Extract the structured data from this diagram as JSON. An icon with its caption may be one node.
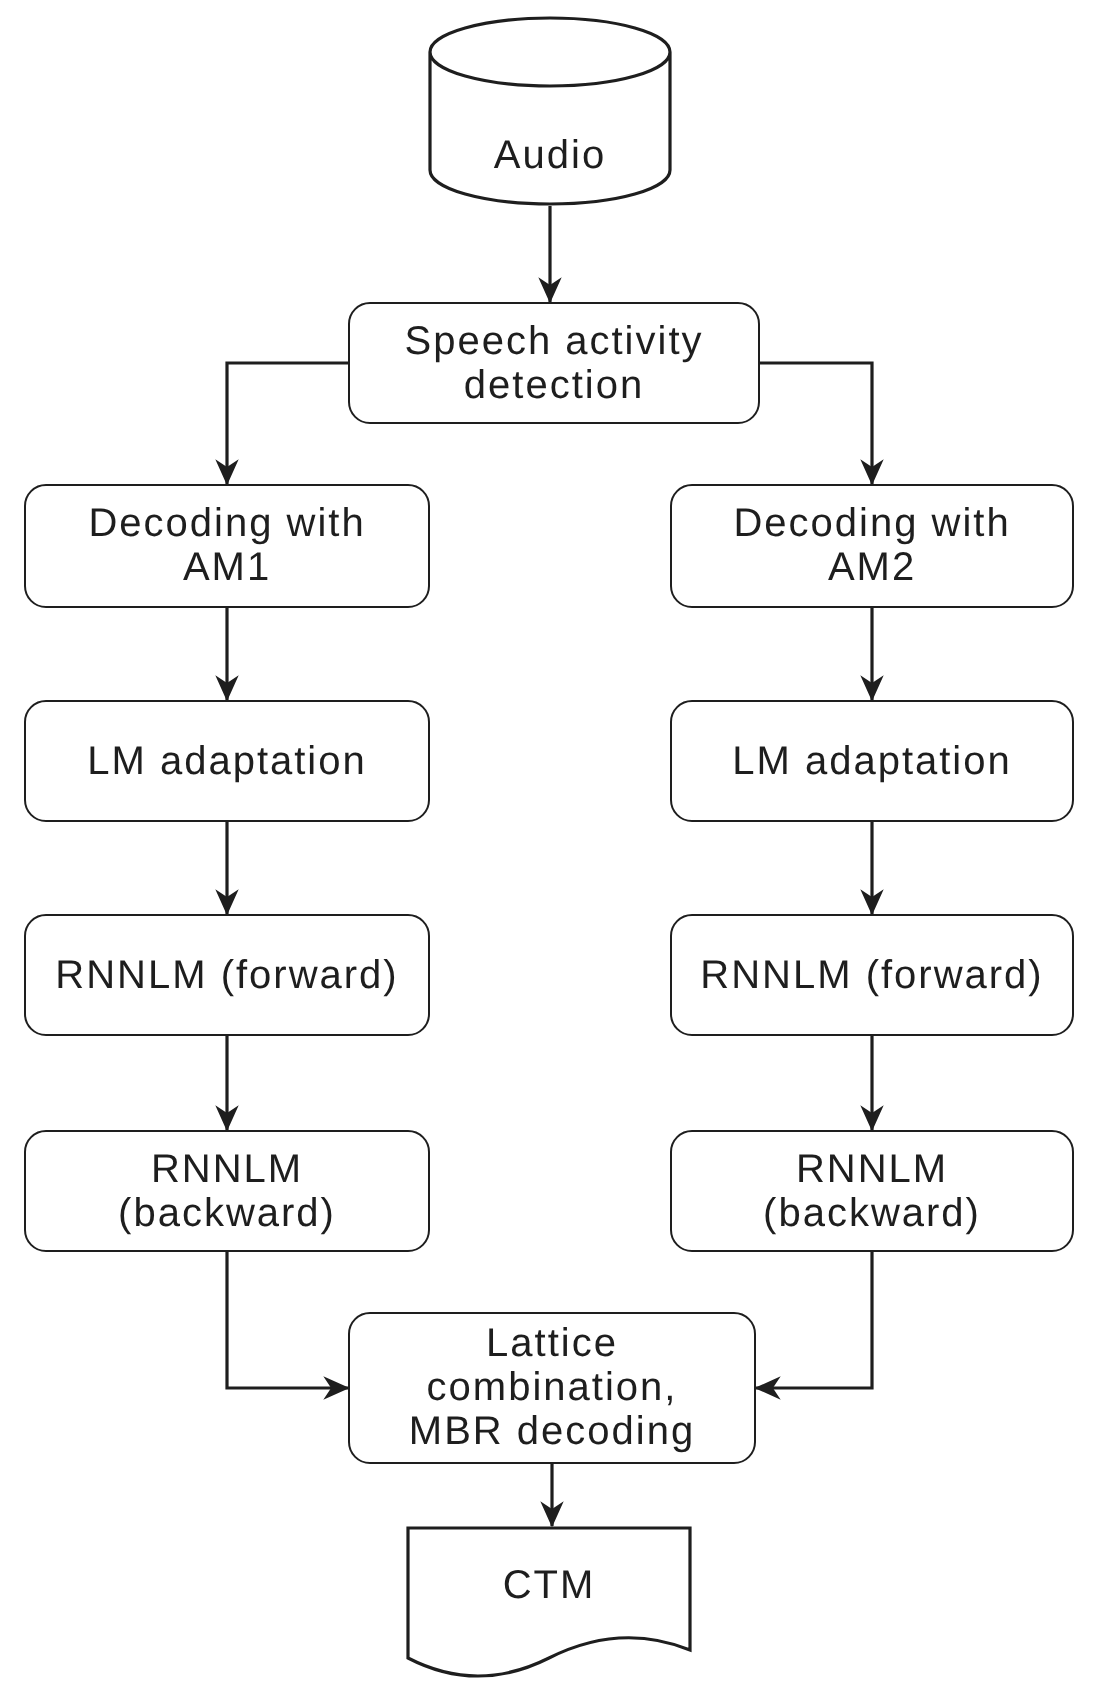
{
  "diagram": {
    "nodes": [
      {
        "text": [
          "Audio"
        ]
      },
      {
        "text": [
          "Speech activity detection"
        ]
      },
      {
        "text": [
          "Decoding with AM1"
        ]
      },
      {
        "text": [
          "Decoding with AM2"
        ]
      },
      {
        "text": [
          "LM adaptation"
        ]
      },
      {
        "text": [
          "LM adaptation"
        ]
      },
      {
        "text": [
          "RNNLM (forward)"
        ]
      },
      {
        "text": [
          "RNNLM (forward)"
        ]
      },
      {
        "text": [
          "RNNLM (backward)"
        ]
      },
      {
        "text": [
          "RNNLM (backward)"
        ]
      },
      {
        "text": [
          "Lattice combination, MBR decoding"
        ]
      },
      {
        "text": [
          "CTM"
        ]
      }
    ],
    "edges": [
      {
        "from": 0,
        "to": 1,
        "arrow": "to"
      },
      {
        "from": 1,
        "to": 2,
        "arrow": "to"
      },
      {
        "from": 1,
        "to": 3,
        "arrow": "to"
      },
      {
        "from": 2,
        "to": 4,
        "arrow": "to"
      },
      {
        "from": 3,
        "to": 5,
        "arrow": "to"
      },
      {
        "from": 4,
        "to": 6,
        "arrow": "to"
      },
      {
        "from": 5,
        "to": 7,
        "arrow": "to"
      },
      {
        "from": 6,
        "to": 8,
        "arrow": "to"
      },
      {
        "from": 7,
        "to": 9,
        "arrow": "to"
      },
      {
        "from": 8,
        "to": 10,
        "arrow": "to"
      },
      {
        "from": 9,
        "to": 10,
        "arrow": "to"
      },
      {
        "from": 10,
        "to": 11,
        "arrow": "to"
      }
    ]
  }
}
